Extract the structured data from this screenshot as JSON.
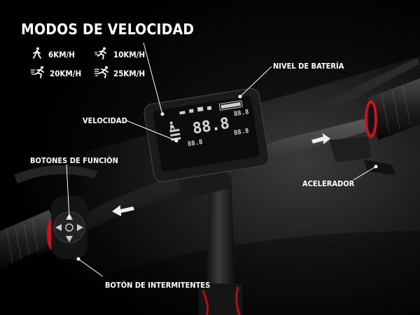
{
  "title": "MODOS DE VELOCIDAD",
  "speed_modes": [
    {
      "icon": "walking-person-icon",
      "label": "6KM/H"
    },
    {
      "icon": "running-person-icon",
      "label": "10KM/H"
    },
    {
      "icon": "fast-running-person-icon",
      "label": "20KM/H"
    },
    {
      "icon": "sprinting-person-icon",
      "label": "25KM/H"
    }
  ],
  "callouts": {
    "battery": "NIVEL DE BATERÍA",
    "speed": "VELOCIDAD",
    "function_buttons": "BOTONES DE FUNCIÓN",
    "throttle": "ACELERADOR",
    "turn_signal": "BOTÓN DE INTERMITENTES"
  },
  "display": {
    "speed_reading": "88.8",
    "top_right_reading": "88.8",
    "bottom_left_reading": "88.8",
    "bottom_right_reading": "88.8"
  },
  "colors": {
    "text": "#ffffff",
    "accent_red": "#c8141e",
    "display_screen": "#0c0c0c"
  }
}
